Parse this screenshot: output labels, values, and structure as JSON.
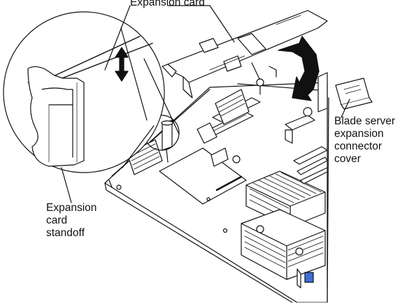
{
  "labels": {
    "expansion_card": "Expansion card",
    "standoff": [
      "Expansion",
      "card",
      "standoff"
    ],
    "connector_cover": [
      "Blade server",
      "expansion",
      "connector",
      "cover"
    ]
  },
  "colors": {
    "line": "#111111",
    "fill": "#ffffff",
    "shade": "#cfcfcf",
    "dark": "#555555",
    "connector_blue": "#3a6fd8"
  }
}
